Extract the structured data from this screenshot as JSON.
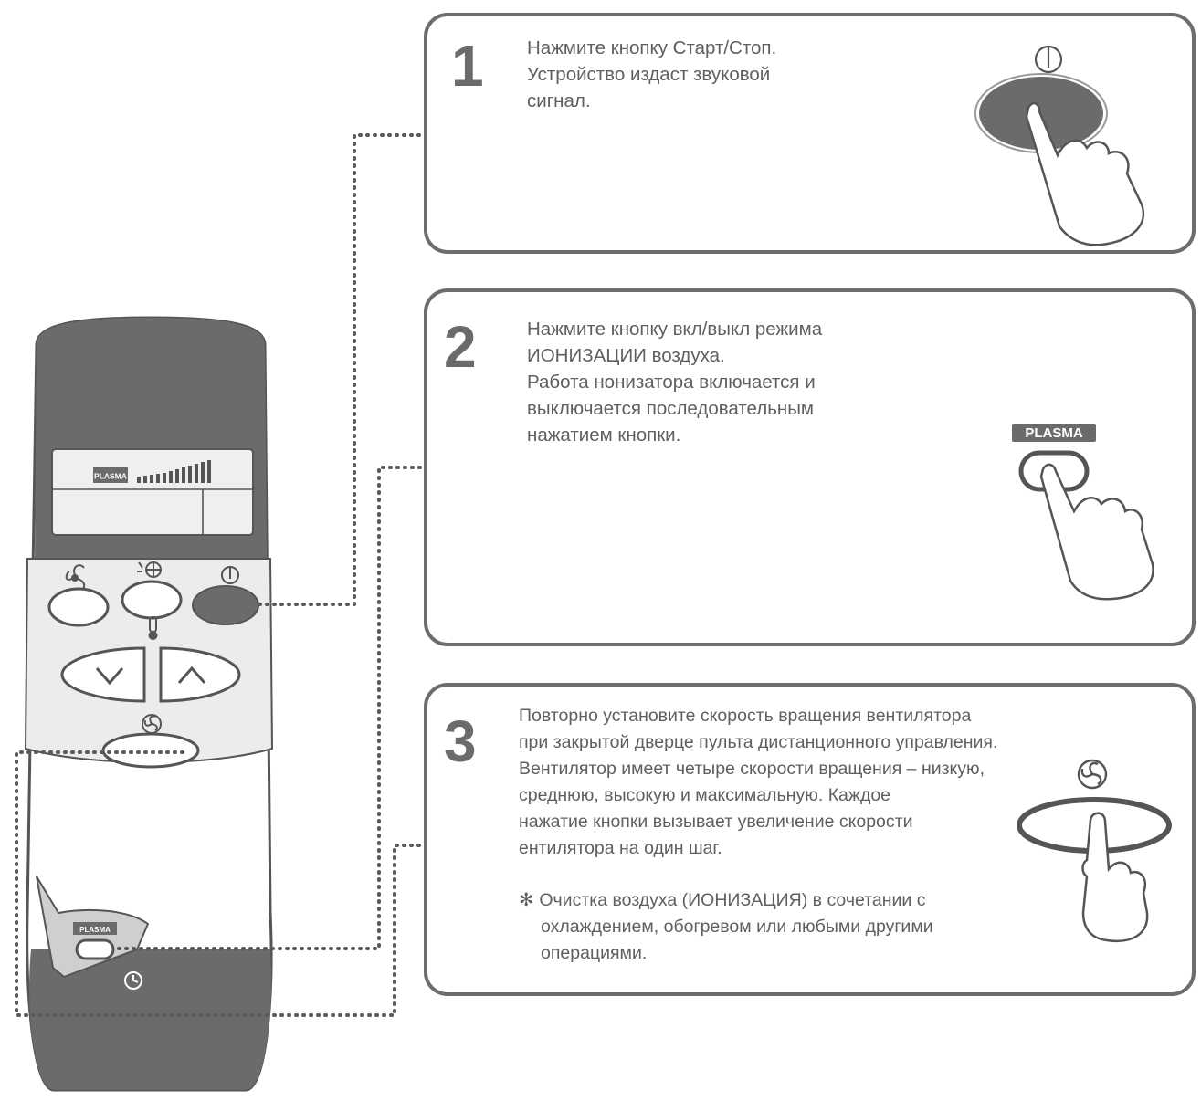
{
  "steps": [
    {
      "number": "1",
      "lines": [
        "Нажмите кнопку Старт/Стоп.",
        "Устройство издаст звуковой",
        "сигнал."
      ],
      "illustration_icon": "power-icon"
    },
    {
      "number": "2",
      "lines": [
        "Нажмите кнопку вкл/выкл режима",
        "ИОНИЗАЦИИ воздуха.",
        "Работа нонизатора включается и",
        "выключается последовательным",
        "нажатием кнопки."
      ],
      "button_label": "PLASMA"
    },
    {
      "number": "3",
      "lines": [
        "Повторно установите скорость вращения вентилятора",
        "при закрытой дверце пульта дистанционного управления.",
        "Вентилятор имеет четыре скорости вращения – низкую,",
        "среднюю, высокую и максимальную. Каждое",
        "нажатие кнопки вызывает увеличение скорости",
        "ентилятора на один шаг."
      ],
      "note_symbol": "✻",
      "note_lines": [
        "Очистка воздуха (ИОНИЗАЦИЯ) в сочетании с",
        "охлаждением, обогревом или любыми другими",
        "операциями."
      ],
      "illustration_icon": "fan-icon"
    }
  ],
  "remote": {
    "display_badge": "PLASMA",
    "door_button_label": "PLASMA",
    "icons": [
      "mode-swirl-icon",
      "jet-mode-icon",
      "power-icon",
      "thermometer-icon",
      "fan-icon",
      "timer-icon"
    ]
  },
  "colors": {
    "body_dark": "#6b6b6b",
    "outline": "#5c5c5c",
    "text": "#5f5f5f",
    "panel": "#ececec"
  }
}
